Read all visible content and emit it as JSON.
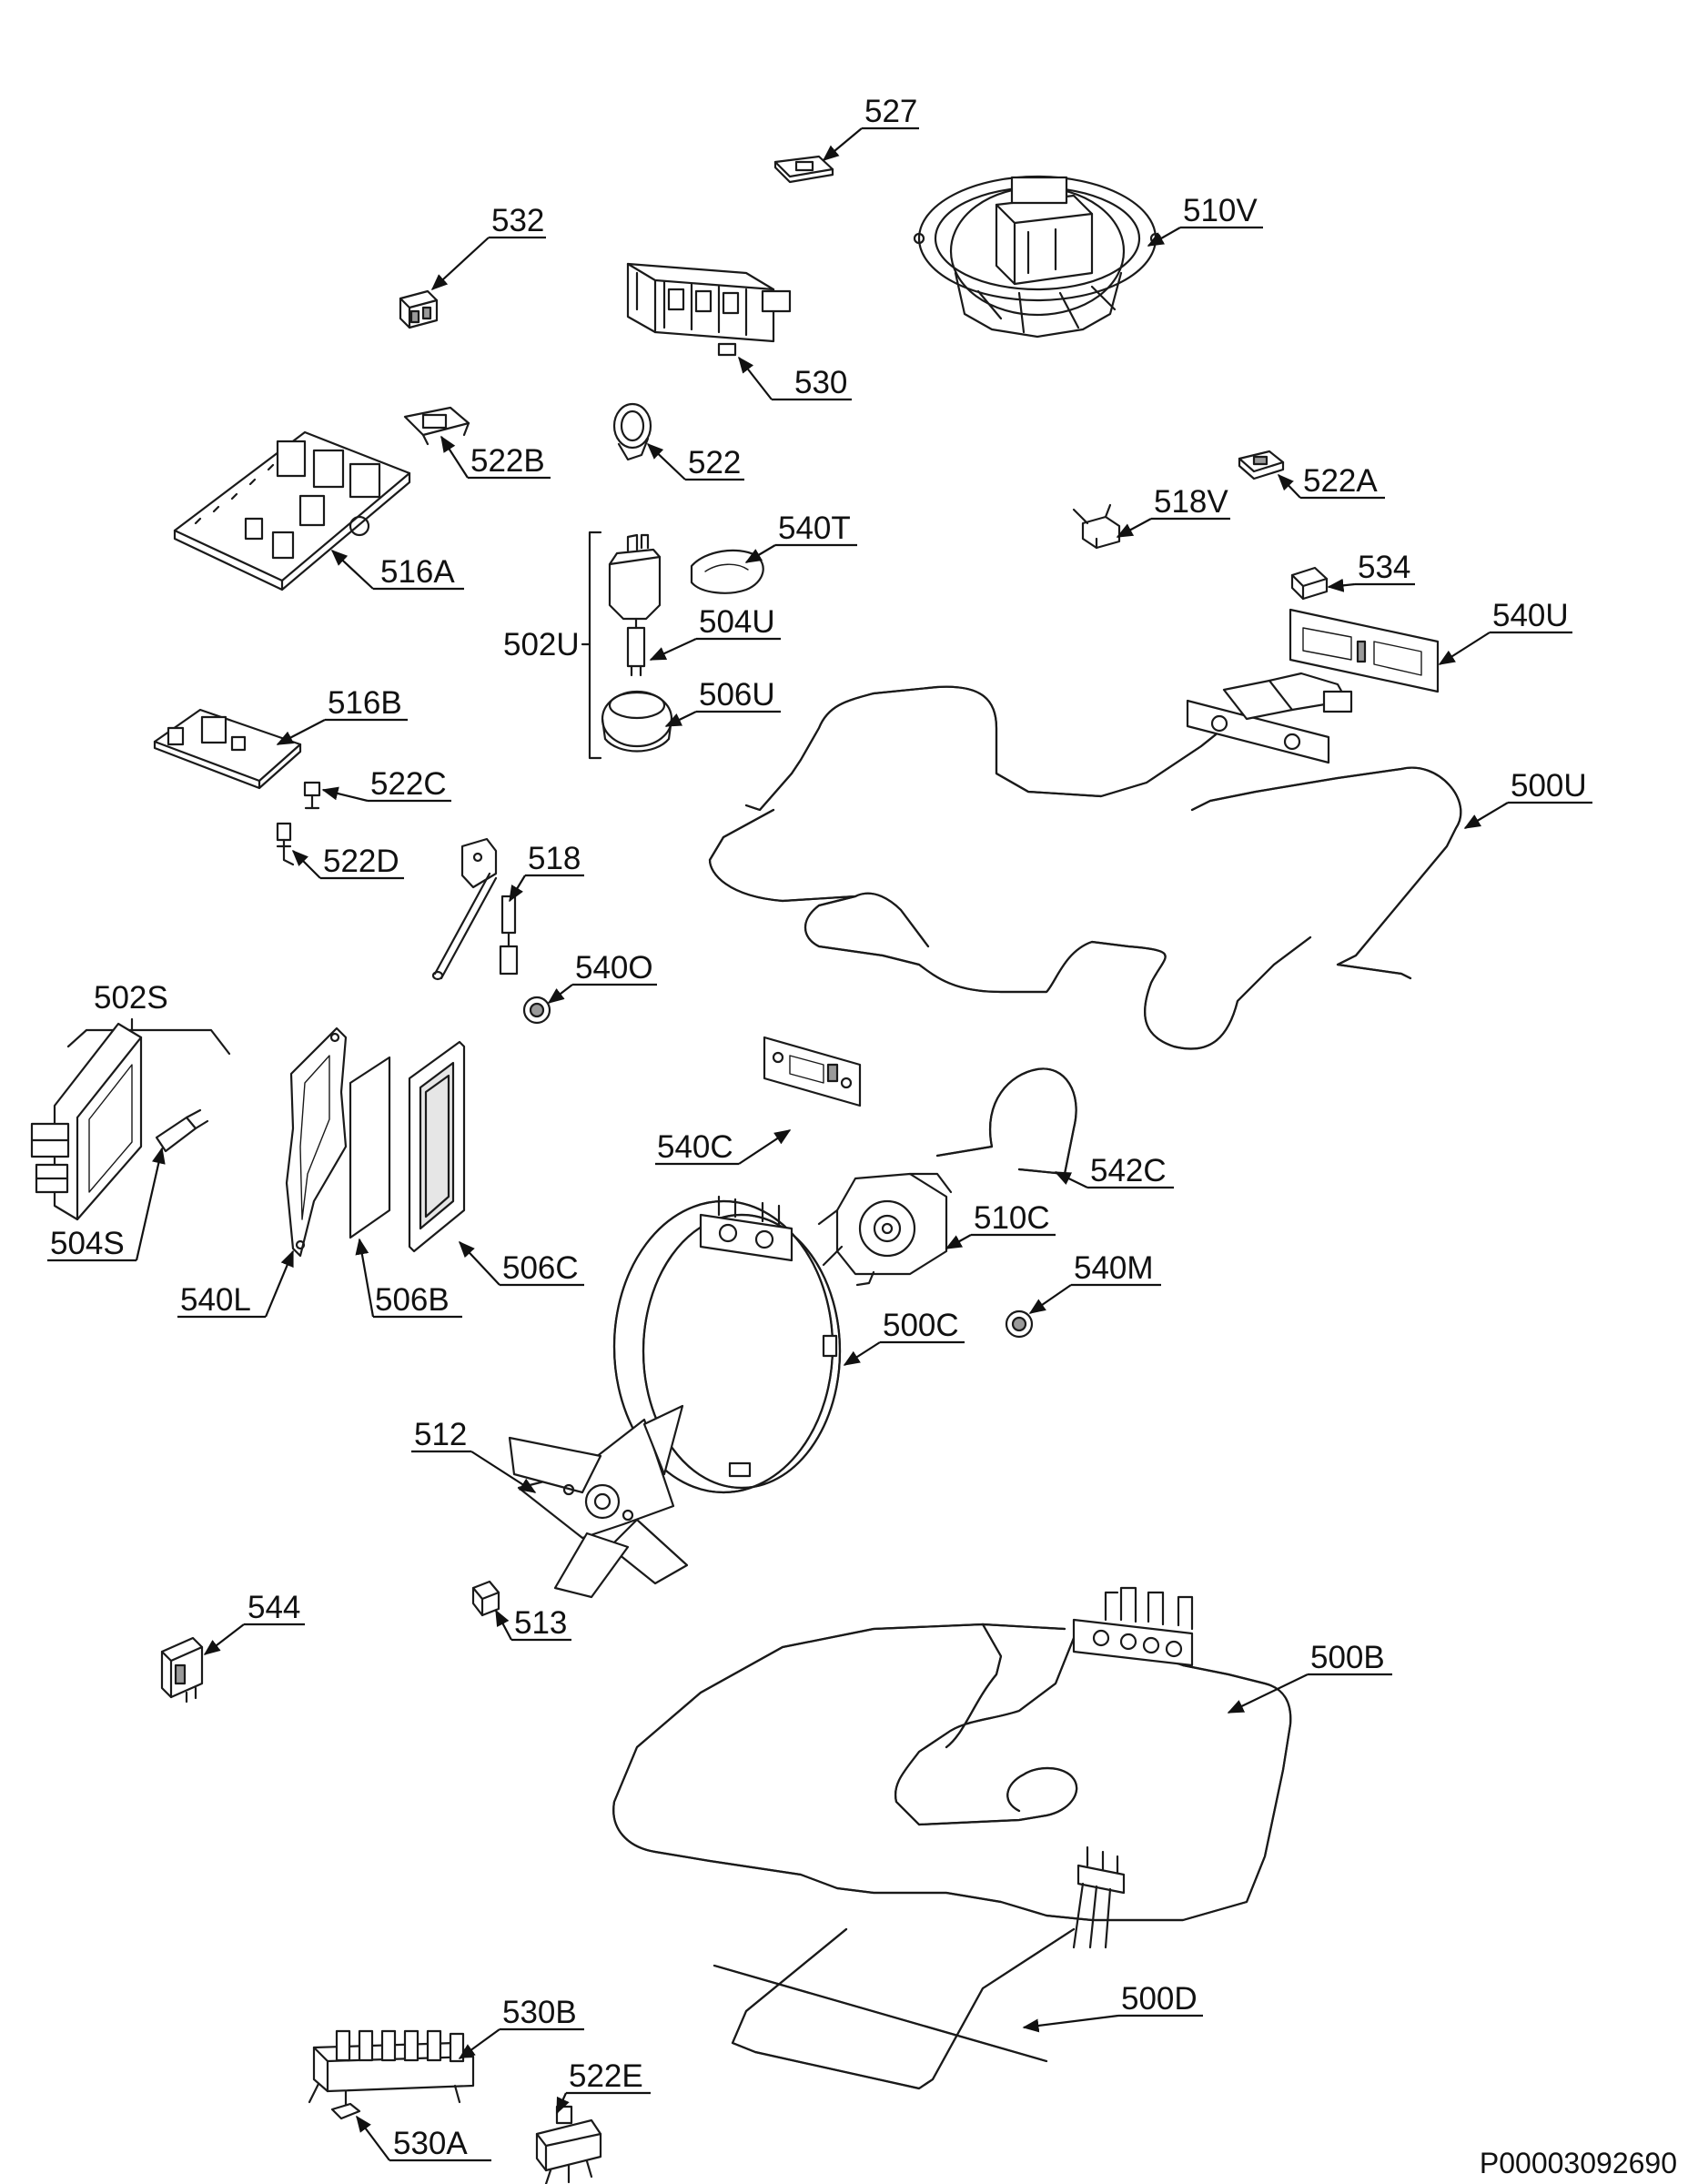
{
  "labels": {
    "527": "527",
    "510V": "510V",
    "532": "532",
    "530": "530",
    "522B": "522B",
    "522": "522",
    "522A": "522A",
    "518V": "518V",
    "516A": "516A",
    "540T": "540T",
    "502U": "502U",
    "504U": "504U",
    "506U": "506U",
    "534": "534",
    "540U": "540U",
    "516B": "516B",
    "522C": "522C",
    "522D": "522D",
    "518": "518",
    "500U": "500U",
    "540O": "540O",
    "502S": "502S",
    "540C": "540C",
    "542C": "542C",
    "510C": "510C",
    "504S": "504S",
    "540L": "540L",
    "506B": "506B",
    "506C": "506C",
    "540M": "540M",
    "500C": "500C",
    "512": "512",
    "544": "544",
    "513": "513",
    "500B": "500B",
    "500D": "500D",
    "530B": "530B",
    "522E": "522E",
    "530A": "530A"
  },
  "document_id": "P00003092690"
}
